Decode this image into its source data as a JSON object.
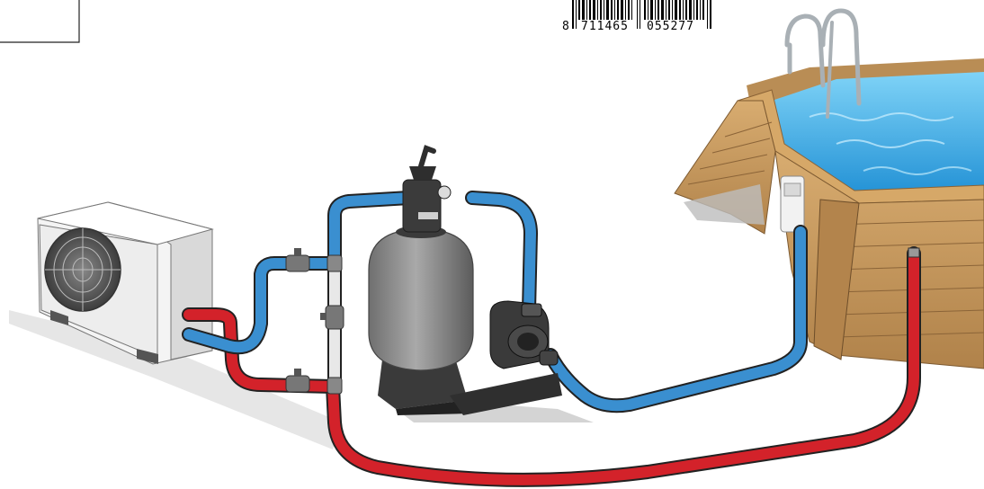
{
  "barcode": {
    "lead_digit": "8",
    "group_left": "711465",
    "group_right": "055277"
  },
  "colors": {
    "hot_pipe": "#d3222a",
    "cold_pipe": "#3a8fd0",
    "water": "#35a6e6",
    "wood": "#c99a5e",
    "filter_tank": "#8c8c8c",
    "heat_pump_body": "#ececec"
  },
  "icons": [
    "heat-pump-icon",
    "sand-filter-icon",
    "pool-pump-icon",
    "valve-icon",
    "skimmer-icon",
    "pool-ladder-icon",
    "wooden-pool-icon"
  ]
}
